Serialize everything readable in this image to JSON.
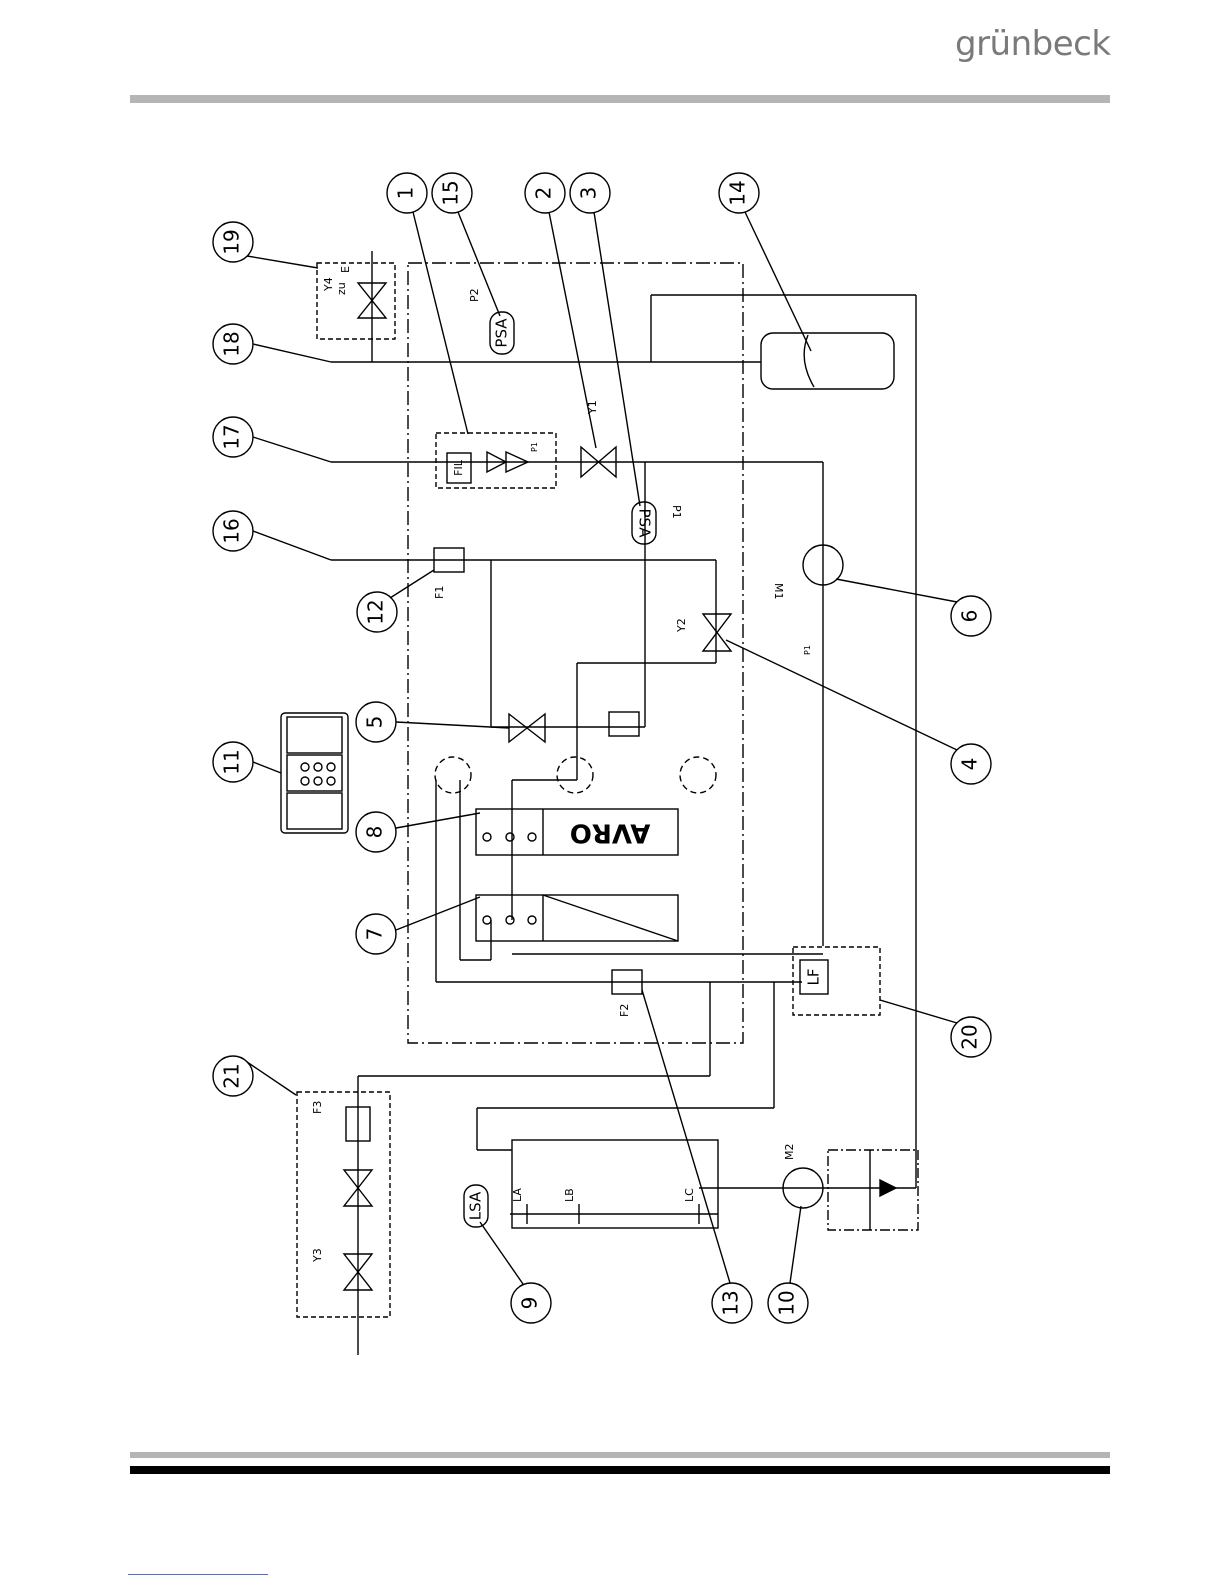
{
  "brand": {
    "logo_text": "grünbeck"
  },
  "diagram": {
    "callouts": [
      "1",
      "2",
      "3",
      "4",
      "5",
      "6",
      "7",
      "8",
      "9",
      "10",
      "11",
      "12",
      "13",
      "14",
      "15",
      "16",
      "17",
      "18",
      "19",
      "20",
      "21"
    ],
    "tags": {
      "p1": "P1",
      "p2": "P2",
      "y1": "Y1",
      "y2": "Y2",
      "y3": "Y3",
      "y4": "Y4",
      "f1": "F1",
      "f2": "F2",
      "f3": "F3",
      "m1": "M1",
      "m2": "M2",
      "zu": "zu",
      "e": "E"
    },
    "component_labels": {
      "psa": "PSA",
      "lsa": "LSA",
      "fil": "FIL",
      "lf": "LF",
      "avro": "AVRO",
      "la": "LA",
      "lb": "LB",
      "lc": "LC",
      "p_small": "P1"
    }
  }
}
